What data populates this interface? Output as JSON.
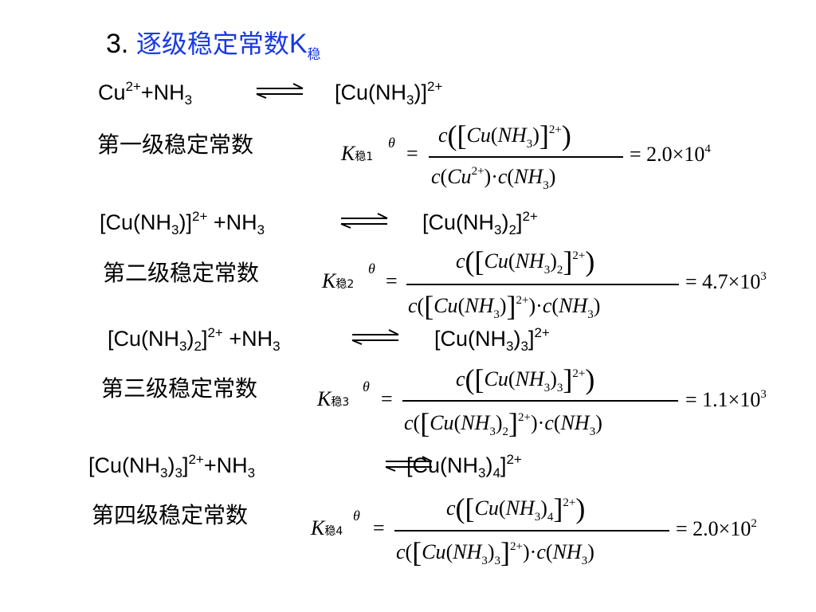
{
  "title": {
    "number": "3.",
    "text": "逐级稳定常数",
    "k": "K",
    "k_sub": "稳"
  },
  "steps": [
    {
      "reactant": {
        "a": "Cu",
        "a_sup": "2+",
        "b": "+NH",
        "b_sub": "3"
      },
      "product": {
        "a": "[Cu(NH",
        "a_sub": "3",
        "b": ")]",
        "b_sup": "2+"
      },
      "label": "第一级稳定常数",
      "k_sub": "稳1",
      "value": "= 2.0×10",
      "exp": "4"
    },
    {
      "reactant": {
        "a": "[Cu(NH",
        "a_sub": "3",
        "b": ")]",
        "b_sup": "2+",
        "c": " +NH",
        "c_sub": "3"
      },
      "product": {
        "a": "[Cu(NH",
        "a_sub": "3",
        "b": ")",
        "b_sub": "2",
        "c": "]",
        "c_sup": "2+"
      },
      "label": "第二级稳定常数",
      "k_sub": "稳2",
      "value": "= 4.7×10",
      "exp": "3"
    },
    {
      "reactant": {
        "a": "[Cu(NH",
        "a_sub": "3",
        "b": ")",
        "b_sub": "2",
        "c": "]",
        "c_sup": "2+",
        "d": " +NH",
        "d_sub": "3"
      },
      "product": {
        "a": "[Cu(NH",
        "a_sub": "3",
        "b": ")",
        "b_sub": "3",
        "c": "]",
        "c_sup": "2+"
      },
      "label": "第三级稳定常数",
      "k_sub": "稳3",
      "value": "= 1.1×10",
      "exp": "3"
    },
    {
      "reactant": {
        "a": "[Cu(NH",
        "a_sub": "3",
        "b": ")",
        "b_sub": "3",
        "c": "]",
        "c_sup": "2+",
        "d": "+NH",
        "d_sub": "3"
      },
      "product": {
        "a": "[Cu(NH",
        "a_sub": "3",
        "b": ")",
        "b_sub": "4",
        "c": "]",
        "c_sup": "2+"
      },
      "label": "第四级稳定常数",
      "k_sub": "稳4",
      "value": "= 2.0×10",
      "exp": "2"
    }
  ],
  "math": {
    "K": "K",
    "theta": "θ",
    "eq": "=",
    "c": "c",
    "Cu": "Cu",
    "NH": "NH",
    "n3": "3",
    "charge": "2+",
    "dot": "·",
    "dot_c": "· c",
    "lp": "(",
    "rp": ")",
    "lb": "[",
    "rb": "]",
    "n2": "2",
    "n4": "4"
  }
}
